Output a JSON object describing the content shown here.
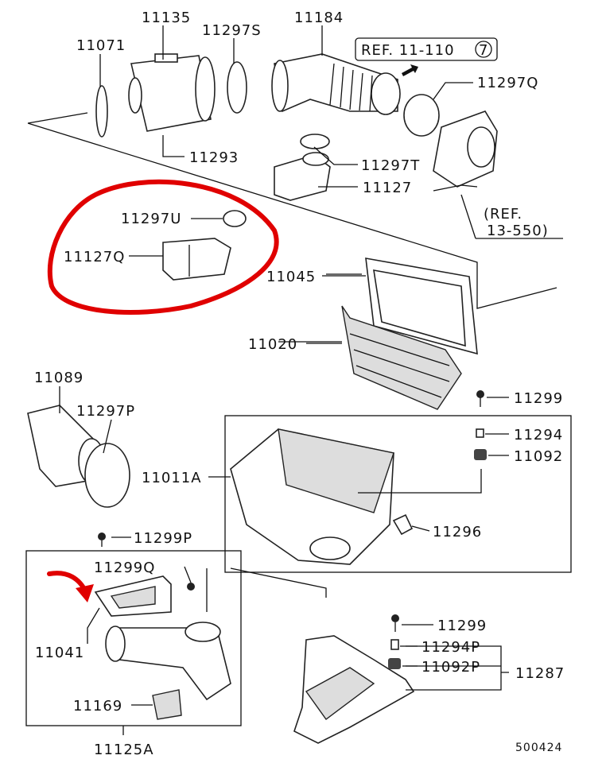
{
  "diagram_id": "500424",
  "references": {
    "ref_top": "REF. 11-110",
    "ref_top_circled": "7",
    "ref_throttle_line1": "(REF.",
    "ref_throttle_line2": "13-550)"
  },
  "labels": {
    "p11135": "11135",
    "p11071": "11071",
    "p11297S": "11297S",
    "p11184": "11184",
    "p11297Q": "11297Q",
    "p11293": "11293",
    "p11297T": "11297T",
    "p11127": "11127",
    "p11297U": "11297U",
    "p11127Q": "11127Q",
    "p11045": "11045",
    "p11020": "11020",
    "p11089": "11089",
    "p11297P": "11297P",
    "p11299a": "11299",
    "p11294": "11294",
    "p11092": "11092",
    "p11011A": "11011A",
    "p11296": "11296",
    "p11299P": "11299P",
    "p11299Q": "11299Q",
    "p11041": "11041",
    "p11299b": "11299",
    "p11294P": "11294P",
    "p11092P": "11092P",
    "p11287": "11287",
    "p11169": "11169",
    "p11125A": "11125A"
  },
  "colors": {
    "annotation": "#e00000",
    "line": "#111111"
  }
}
